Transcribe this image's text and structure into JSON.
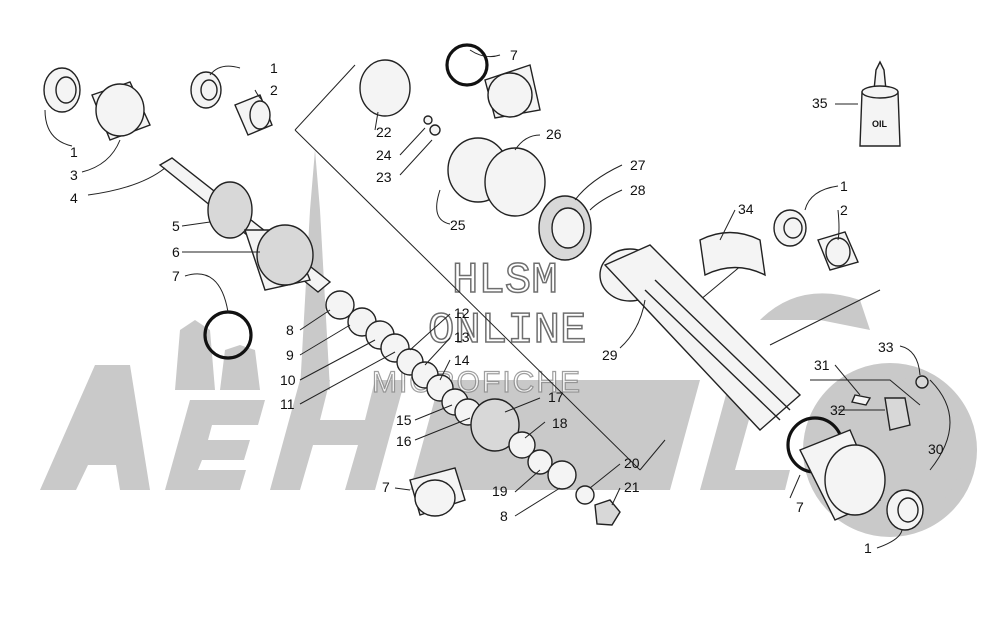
{
  "watermark": {
    "brand": "AeHMaHa",
    "line1": "HLSM",
    "line2": "ONLINE",
    "line3": "MICROFICHE"
  },
  "oil_label": "OIL",
  "callouts": [
    {
      "id": "c1a",
      "label": "1"
    },
    {
      "id": "c2a",
      "label": "2"
    },
    {
      "id": "c1b",
      "label": "1"
    },
    {
      "id": "c3",
      "label": "3"
    },
    {
      "id": "c4",
      "label": "4"
    },
    {
      "id": "c5",
      "label": "5"
    },
    {
      "id": "c6",
      "label": "6"
    },
    {
      "id": "c7a",
      "label": "7"
    },
    {
      "id": "c8a",
      "label": "8"
    },
    {
      "id": "c9",
      "label": "9"
    },
    {
      "id": "c10",
      "label": "10"
    },
    {
      "id": "c11",
      "label": "11"
    },
    {
      "id": "c7b",
      "label": "7"
    },
    {
      "id": "c22",
      "label": "22"
    },
    {
      "id": "c24",
      "label": "24"
    },
    {
      "id": "c23",
      "label": "23"
    },
    {
      "id": "c26",
      "label": "26"
    },
    {
      "id": "c25",
      "label": "25"
    },
    {
      "id": "c27",
      "label": "27"
    },
    {
      "id": "c28",
      "label": "28"
    },
    {
      "id": "c12",
      "label": "12"
    },
    {
      "id": "c13",
      "label": "13"
    },
    {
      "id": "c14",
      "label": "14"
    },
    {
      "id": "c15",
      "label": "15"
    },
    {
      "id": "c16",
      "label": "16"
    },
    {
      "id": "c17",
      "label": "17"
    },
    {
      "id": "c18",
      "label": "18"
    },
    {
      "id": "c7c",
      "label": "7"
    },
    {
      "id": "c19",
      "label": "19"
    },
    {
      "id": "c8b",
      "label": "8"
    },
    {
      "id": "c20",
      "label": "20"
    },
    {
      "id": "c21",
      "label": "21"
    },
    {
      "id": "c29",
      "label": "29"
    },
    {
      "id": "c34",
      "label": "34"
    },
    {
      "id": "c35",
      "label": "35"
    },
    {
      "id": "c1c",
      "label": "1"
    },
    {
      "id": "c2b",
      "label": "2"
    },
    {
      "id": "c33",
      "label": "33"
    },
    {
      "id": "c31",
      "label": "31"
    },
    {
      "id": "c32",
      "label": "32"
    },
    {
      "id": "c30",
      "label": "30"
    },
    {
      "id": "c7d",
      "label": "7"
    },
    {
      "id": "c1d",
      "label": "1"
    }
  ]
}
